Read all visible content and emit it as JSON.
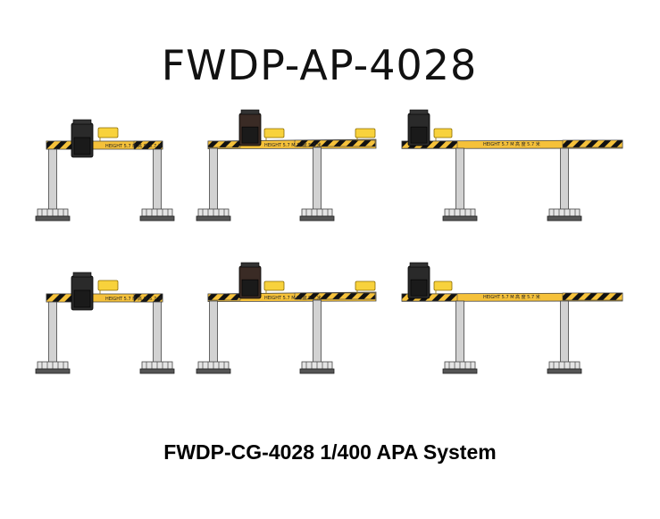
{
  "title": "FWDP-AP-4028",
  "caption": "FWDP-CG-4028 1/400 APA System",
  "colors": {
    "beam_yellow": "#f5c13a",
    "hazard_black": "#111111",
    "column_gray": "#d2d2d2",
    "outline": "#444444",
    "cab_dark": "#2a2a2a",
    "cab_brown": "#3a2b25",
    "sign_yellow": "#f8d23c"
  },
  "beam_labels": {
    "height": "HEIGHT 5.7 M",
    "height_cjk": "高 度 5.7 米"
  },
  "icons": [
    "jet-bridge-apron-drive-icon"
  ]
}
